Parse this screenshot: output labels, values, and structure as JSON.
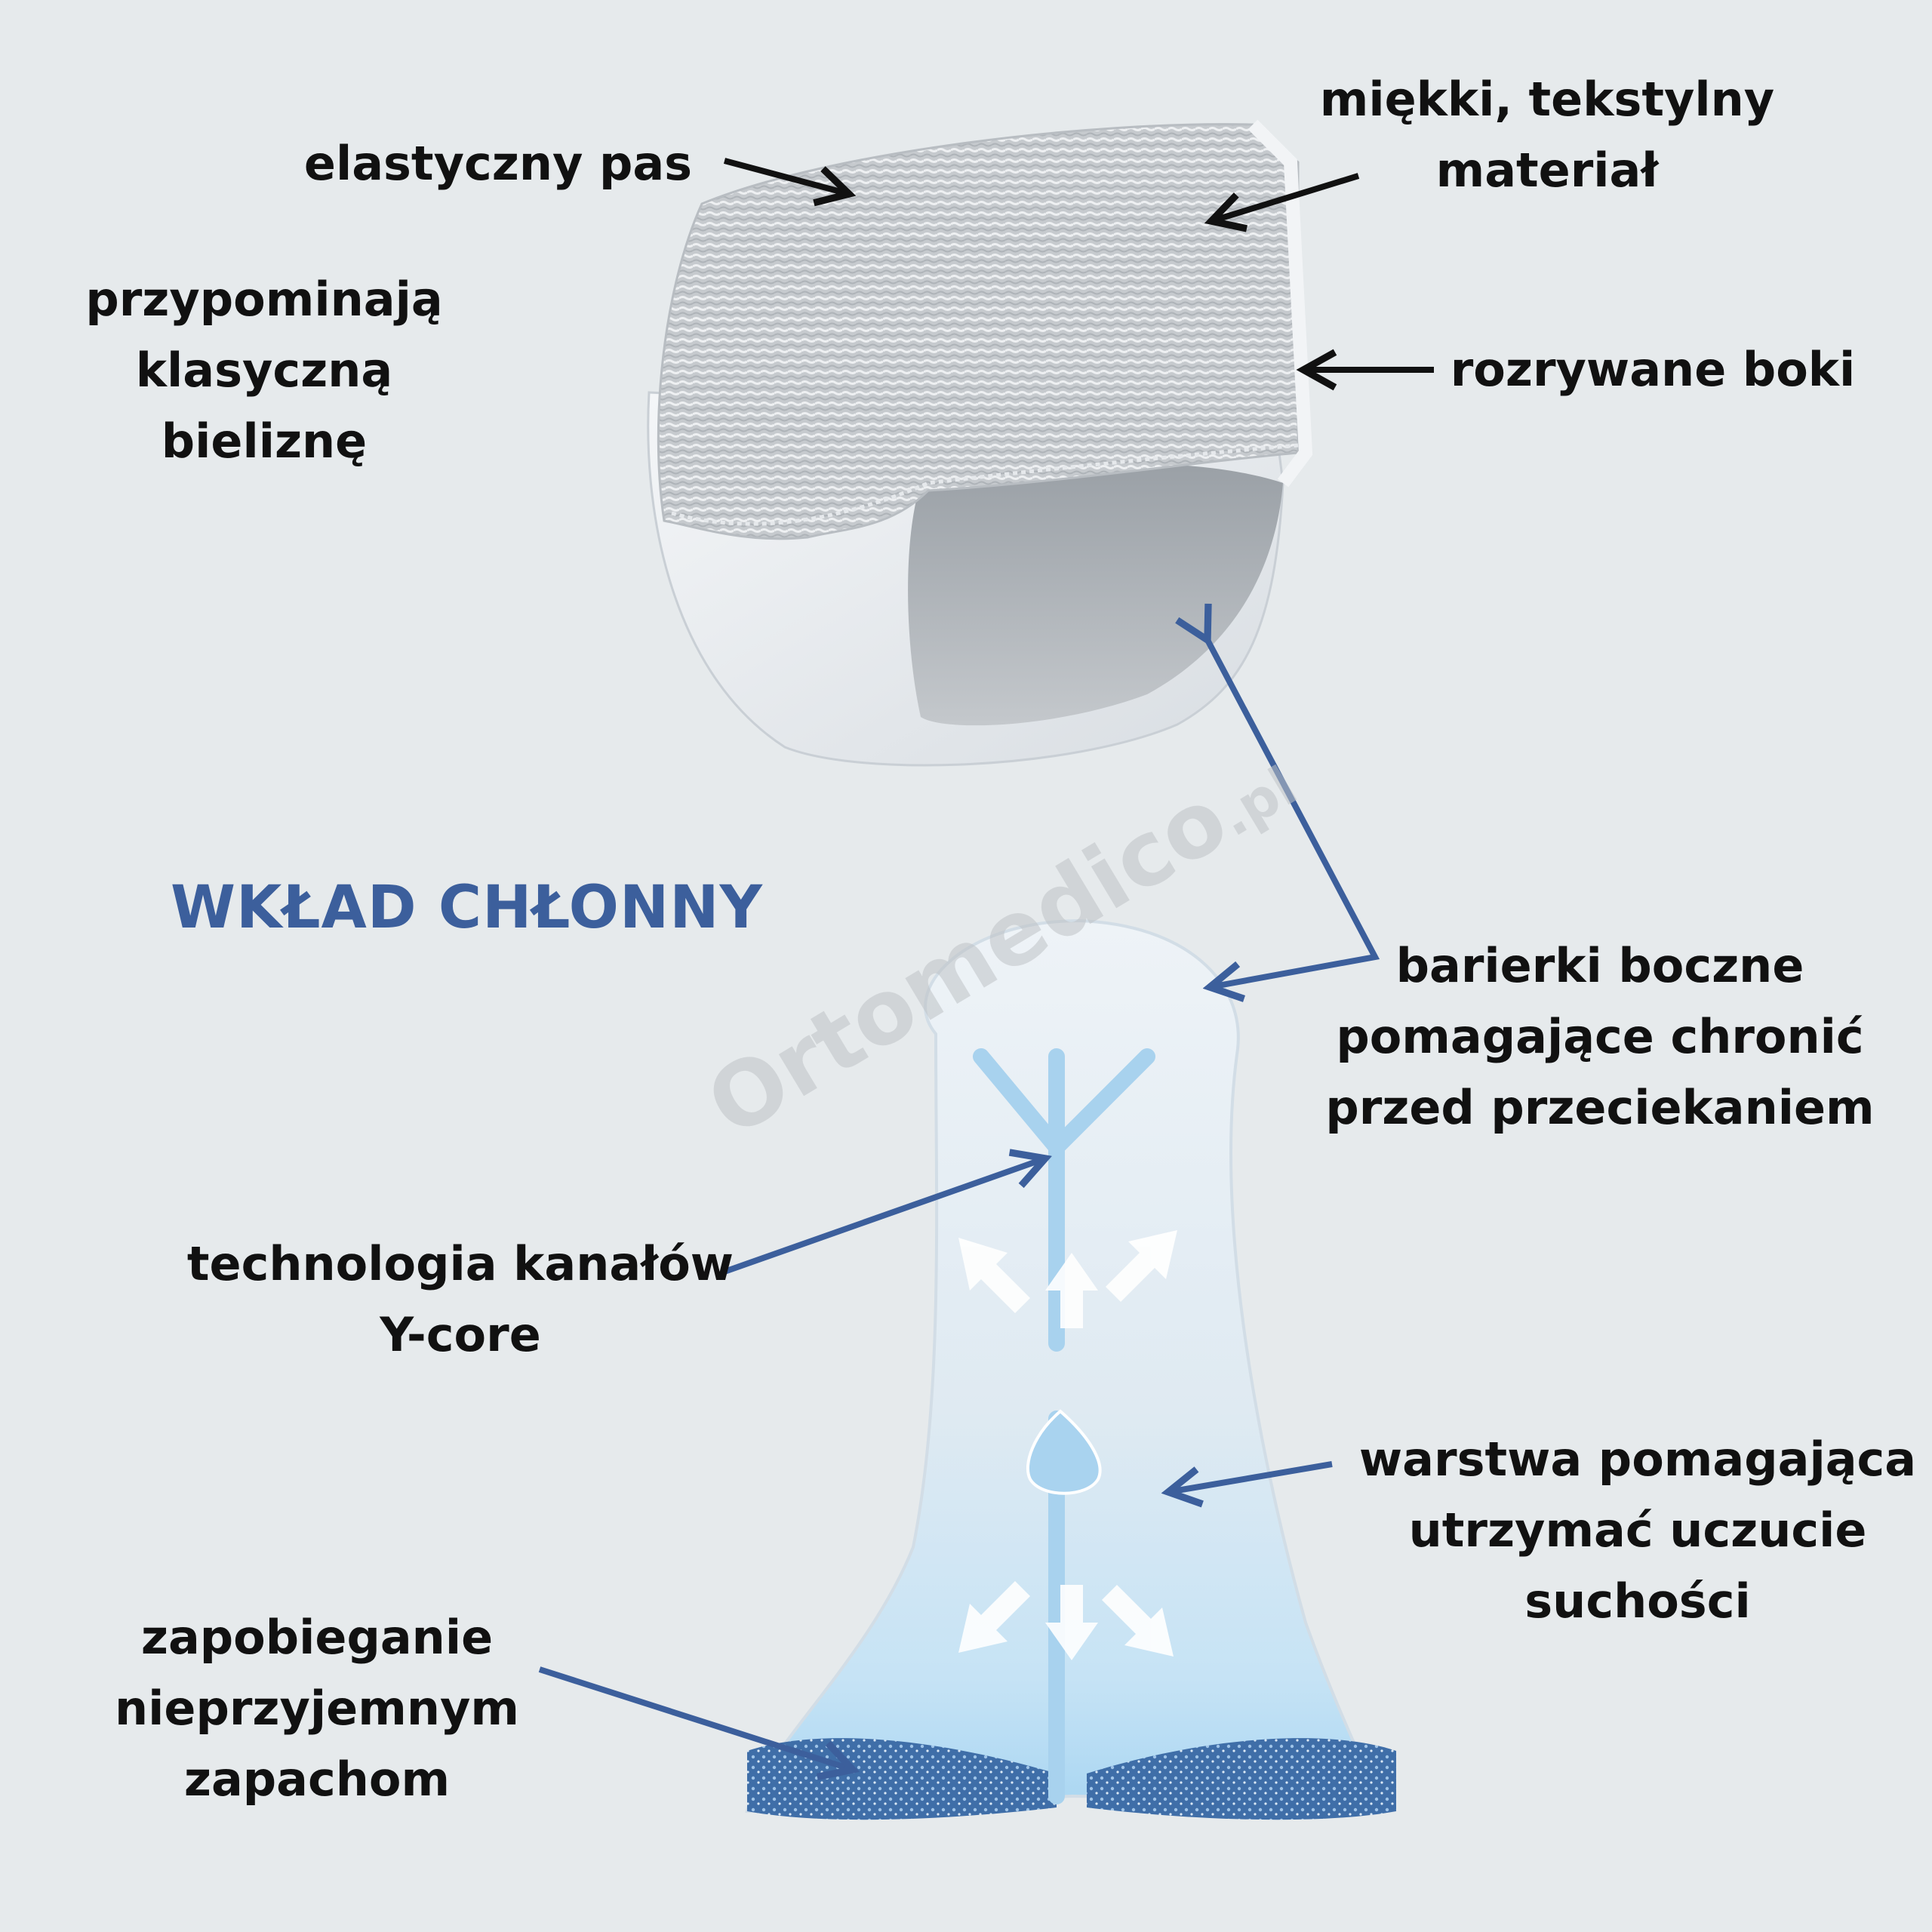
{
  "heading": {
    "text": "WKŁAD CHŁONNY",
    "color": "#3c5f9c"
  },
  "watermark": {
    "brand": "Ortomedico",
    "suffix": ".pl"
  },
  "labels": {
    "elastic_waist": [
      "elastyczny pas"
    ],
    "soft_material": [
      "miękki, tekstylny",
      "materiał"
    ],
    "classic_underwear": [
      "przypominają",
      "klasyczną",
      "bieliznę"
    ],
    "tear_sides": [
      "rozrywane boki"
    ],
    "side_barriers": [
      "barierki boczne",
      "pomagające chronić",
      "przed przeciekaniem"
    ],
    "ycore": [
      "technologia kanałów",
      "Y-core"
    ],
    "dry_layer": [
      "warstwa pomagająca",
      "utrzymać uczucie",
      "suchości"
    ],
    "odor": [
      "zapobieganie",
      "nieprzyjemnym",
      "zapachom"
    ]
  },
  "colors": {
    "background": "#e6eaec",
    "text": "#111111",
    "arrow_black": "#111111",
    "arrow_blue": "#3c5f9c",
    "product_grey": "#c9cdd1",
    "pad_blue": "#bfe0f4",
    "pad_dots": "#3f6ea8"
  },
  "icons": {
    "pants": "absorbent-pants-illustration",
    "pad": "absorbent-pad-illustration",
    "arrows": "pointer-arrow-icon"
  }
}
